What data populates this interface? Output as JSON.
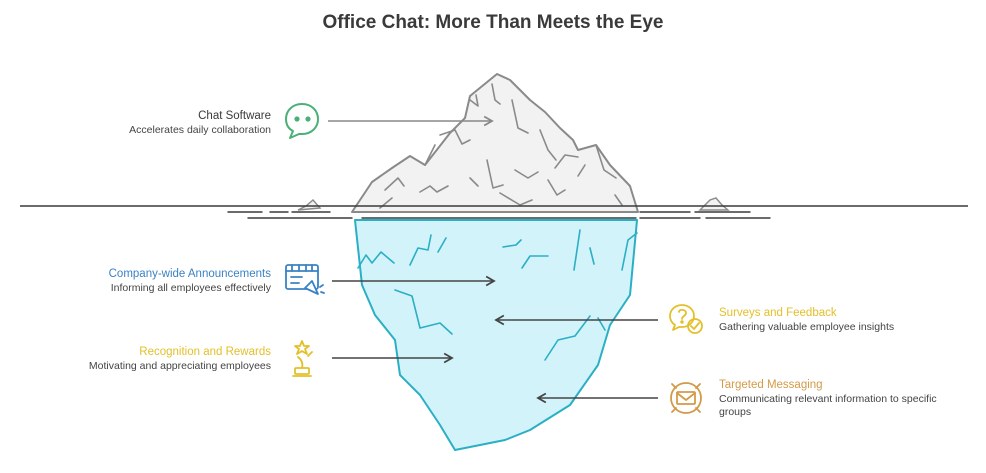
{
  "title": "Office Chat: More Than Meets the Eye",
  "colors": {
    "iceberg_top": "#f2f2f2",
    "iceberg_outline": "#8a8a8a",
    "water_fill": "#d3f3fb",
    "water_outline": "#2aafc4",
    "chat": "#4bb078",
    "announce": "#3b82c4",
    "recognition": "#e3c02a",
    "surveys": "#e3c02a",
    "targeted": "#d39a48"
  },
  "items": {
    "chat_software": {
      "heading": "Chat Software",
      "desc": "Accelerates daily collaboration",
      "icon": "chat-bubble-icon"
    },
    "announcements": {
      "heading": "Company-wide Announcements",
      "desc": "Informing all employees effectively",
      "icon": "announcement-icon"
    },
    "recognition": {
      "heading": "Recognition and Rewards",
      "desc": "Motivating and appreciating employees",
      "icon": "trophy-icon"
    },
    "surveys": {
      "heading": "Surveys and Feedback",
      "desc": "Gathering valuable employee insights",
      "icon": "feedback-icon"
    },
    "targeted": {
      "heading": "Targeted Messaging",
      "desc": "Communicating relevant information to specific groups",
      "icon": "envelope-target-icon"
    }
  }
}
